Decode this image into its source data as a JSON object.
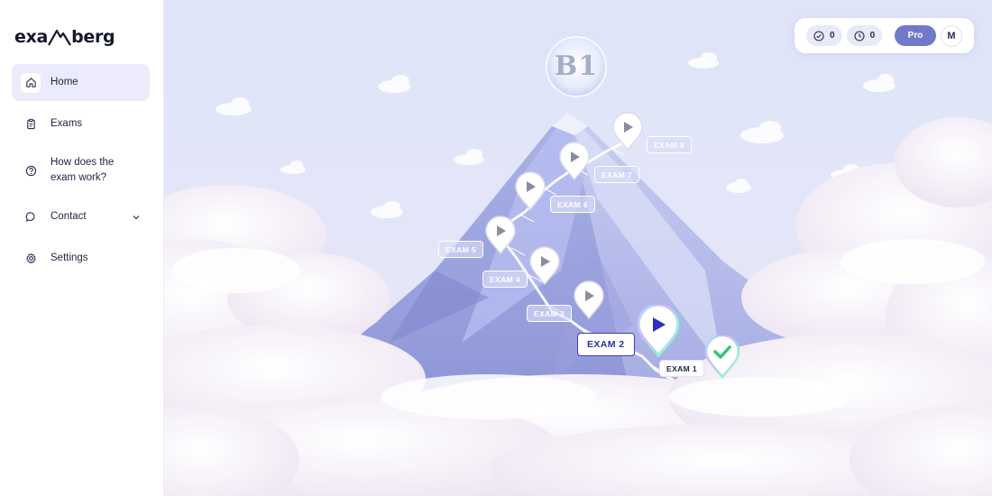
{
  "app": {
    "logo_text_left": "exa",
    "logo_text_right": "berg"
  },
  "sidebar": {
    "items": [
      {
        "label": "Home",
        "icon": "home-icon",
        "active": true
      },
      {
        "label": "Exams",
        "icon": "clipboard-icon",
        "active": false
      },
      {
        "label": "How does the exam work?",
        "icon": "help-circle-icon",
        "active": false
      },
      {
        "label": "Contact",
        "icon": "chat-bubble-icon",
        "active": false,
        "has_submenu": true
      },
      {
        "label": "Settings",
        "icon": "gear-icon",
        "active": false
      }
    ]
  },
  "topbar": {
    "completed_count": "0",
    "time_count": "0",
    "pro_label": "Pro",
    "avatar_initial": "M"
  },
  "level": {
    "label": "B1"
  },
  "exams": [
    {
      "label": "EXAM 1",
      "state": "completed"
    },
    {
      "label": "EXAM 2",
      "state": "current"
    },
    {
      "label": "EXAM 3",
      "state": "locked"
    },
    {
      "label": "EXAM 4",
      "state": "locked"
    },
    {
      "label": "EXAM 5",
      "state": "locked"
    },
    {
      "label": "EXAM 6",
      "state": "locked"
    },
    {
      "label": "EXAM 7",
      "state": "locked"
    },
    {
      "label": "EXAM 8",
      "state": "locked"
    }
  ],
  "colors": {
    "accent": "#7279c6",
    "current": "#3d3fb8",
    "check": "#36c47a"
  }
}
